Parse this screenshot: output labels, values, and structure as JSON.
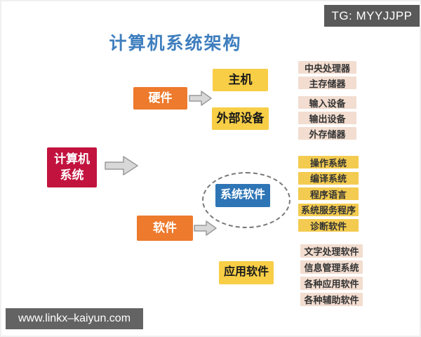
{
  "title": "计算机系统架构",
  "overlays": {
    "tg_badge": "TG: MYYJJPP",
    "watermark": "www.linkx–kaiyun.com"
  },
  "nodes": {
    "root": {
      "line1": "计算机",
      "line2": "系统"
    },
    "hardware": "硬件",
    "software": "软件",
    "host": "主机",
    "peripherals": "外部设备",
    "system_software": "系统软件",
    "application_software": "应用软件"
  },
  "leaf_groups": {
    "host_parts": [
      "中央处理器",
      "主存储器"
    ],
    "peripheral_parts": [
      "输入设备",
      "输出设备",
      "外存储器"
    ],
    "system_software_parts": [
      "操作系统",
      "编译系统",
      "程序语言",
      "系统服务程序",
      "诊断软件"
    ],
    "application_software_parts": [
      "文字处理软件",
      "信息管理系统",
      "各种应用软件",
      "各种辅助软件"
    ]
  },
  "icons": {
    "arrow_right": "block-arrow-right"
  },
  "colors": {
    "title_blue": "#3E7EBE",
    "root_red": "#C2133E",
    "branch_orange": "#ED7A2D",
    "category_yellow": "#F7CE46",
    "system_software_blue": "#2E75B6",
    "leaf_yellow": "#F3CB50",
    "leaf_pink": "#F2DDD0",
    "badge_gray": "#595959",
    "watermark_gray": "#636363",
    "arrow_fill": "#D8D8D8",
    "arrow_stroke": "#9A9A9A"
  }
}
